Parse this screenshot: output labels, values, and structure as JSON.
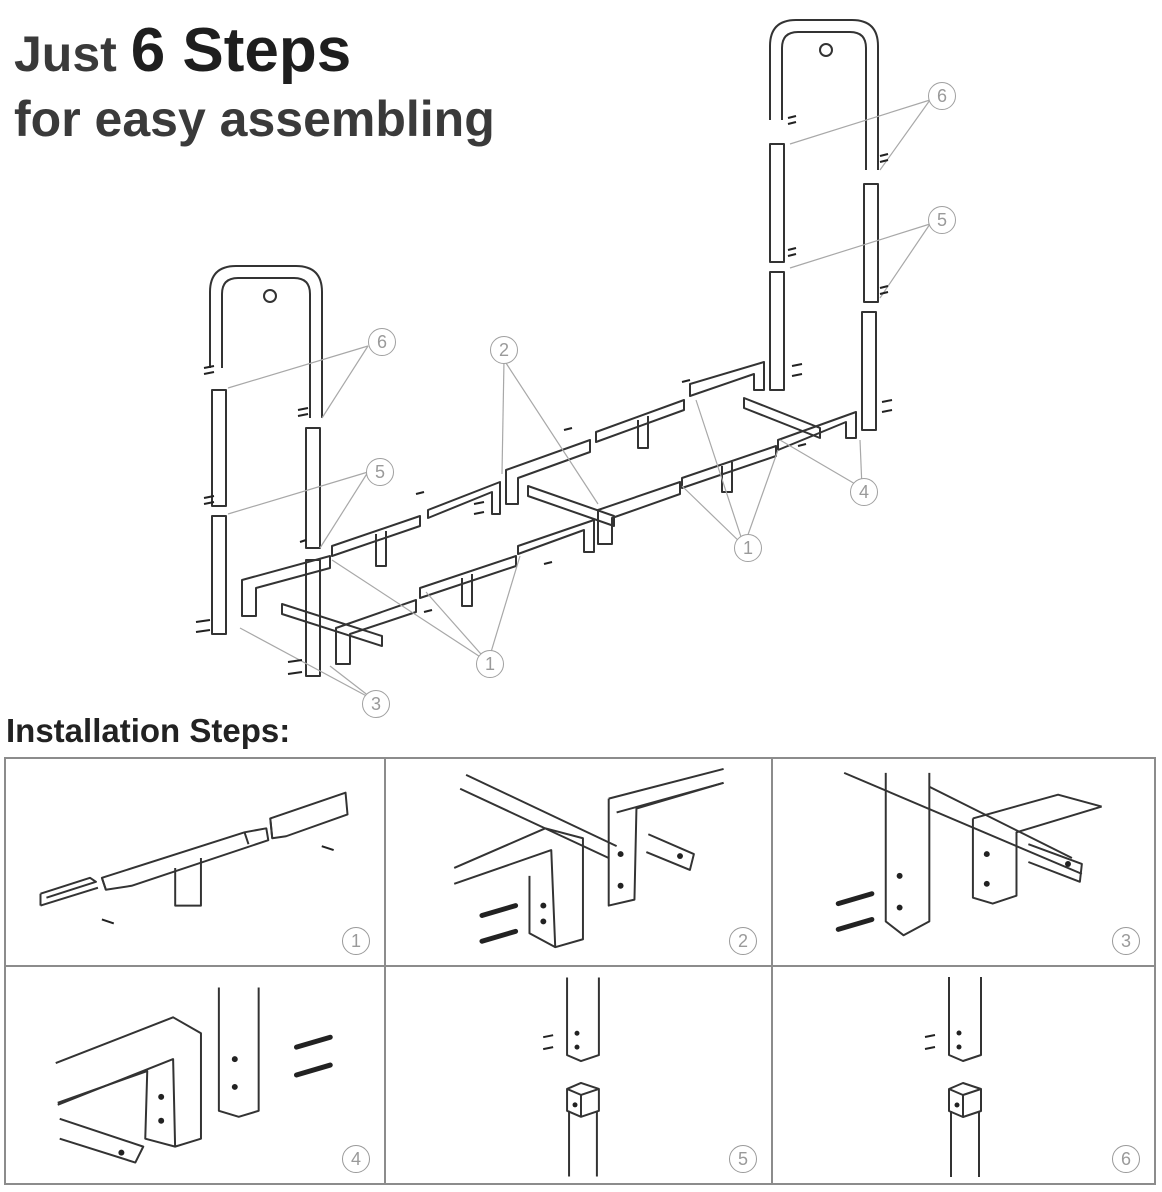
{
  "headline": {
    "just": "Just",
    "steps": "6 Steps",
    "line2": "for easy assembling"
  },
  "section_title": "Installation Steps:",
  "callouts": [
    "6",
    "5",
    "2",
    "6",
    "5",
    "4",
    "1",
    "1",
    "3"
  ],
  "steps": [
    {
      "badge": "1",
      "icon": "tube-joint-icon"
    },
    {
      "badge": "2",
      "icon": "corner-bracket-icon"
    },
    {
      "badge": "3",
      "icon": "leg-bolt-icon"
    },
    {
      "badge": "4",
      "icon": "upright-bolt-icon"
    },
    {
      "badge": "5",
      "icon": "leg-connector-icon"
    },
    {
      "badge": "6",
      "icon": "top-connector-icon"
    }
  ]
}
